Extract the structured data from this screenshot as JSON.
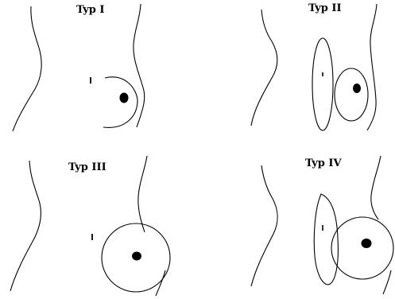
{
  "figure": {
    "panels": [
      {
        "label": "Typ I"
      },
      {
        "label": "Typ II"
      },
      {
        "label": "Typ III"
      },
      {
        "label": "Typ IV"
      }
    ],
    "colors": {
      "stroke": "#000000",
      "background": "#ffffff"
    }
  }
}
